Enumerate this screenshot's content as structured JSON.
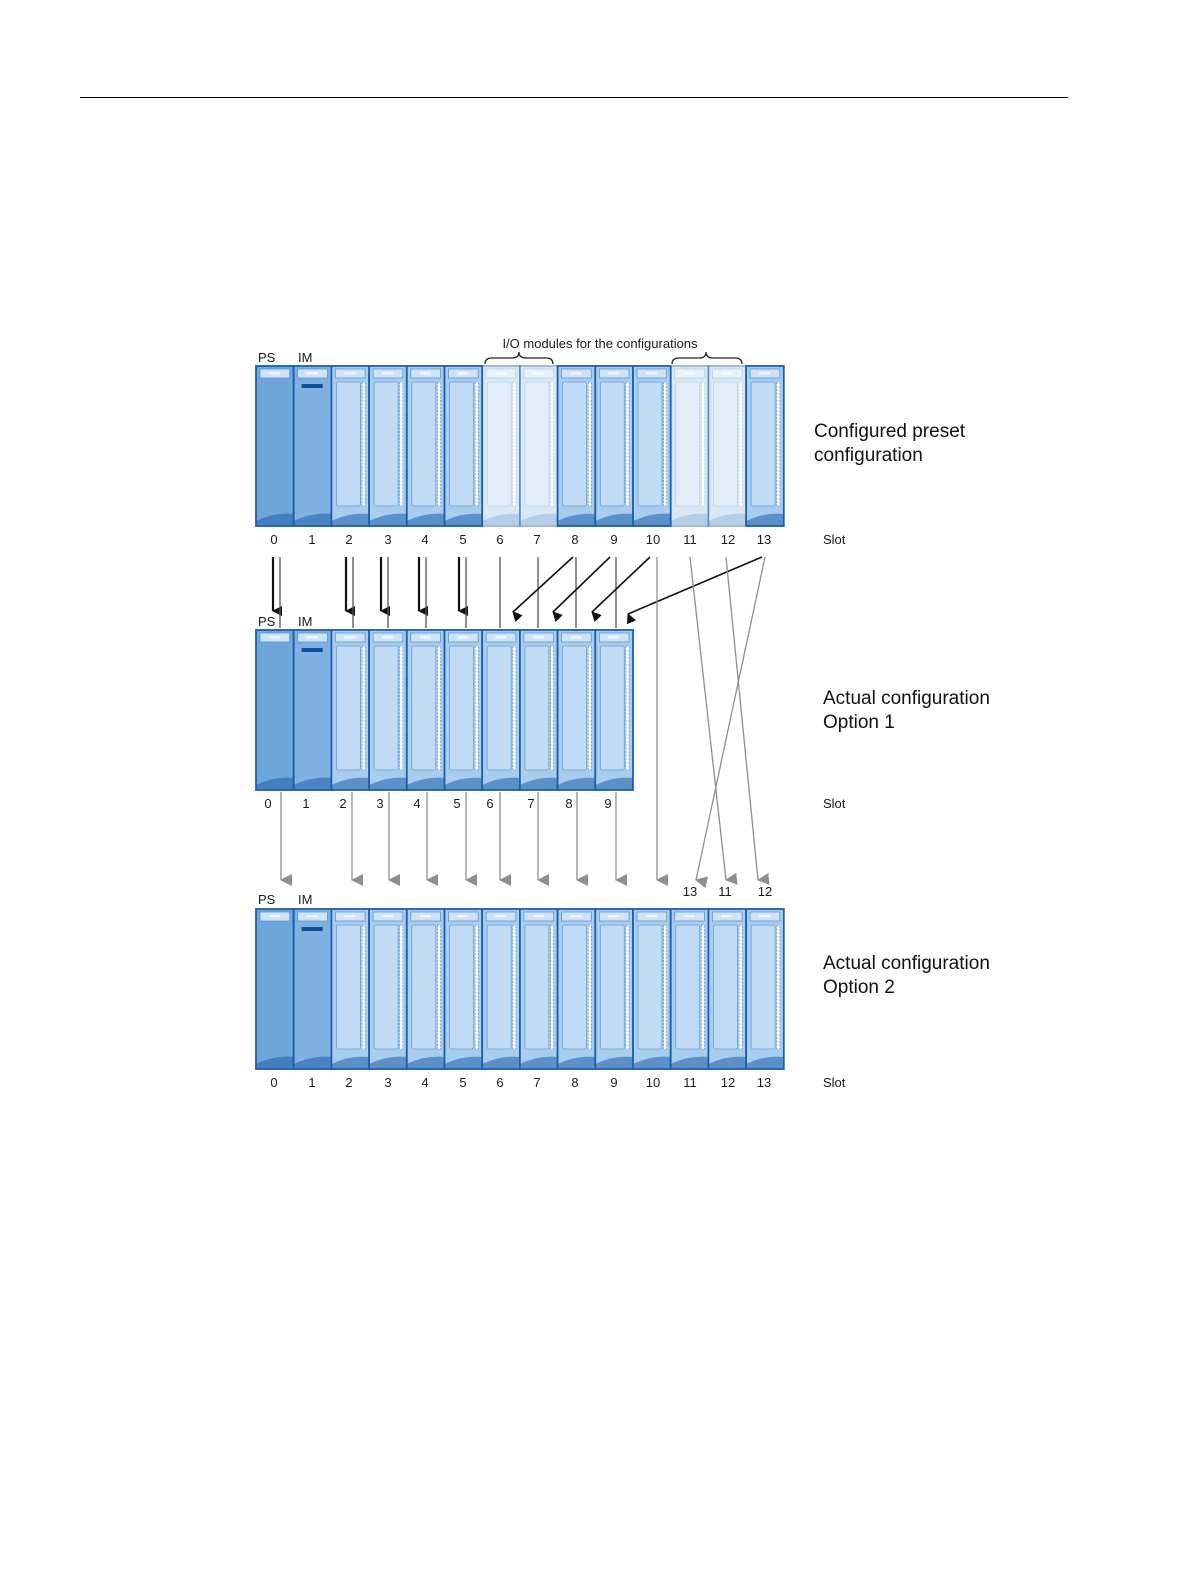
{
  "diagram": {
    "header_label": "I/O modules for the configurations",
    "module_labels": {
      "ps": "PS",
      "im": "IM"
    },
    "slot_word": "Slot",
    "colors": {
      "module_fill": "#a9cdee",
      "module_border": "#1d5fab",
      "ps_fill": "#6fa6d9",
      "im_fill": "#7eb0e0",
      "faded_fill": "#d7e8f7",
      "gray_arrow": "#8e8e8e"
    },
    "racks": [
      {
        "id": "preset",
        "title_lines": [
          "Configured preset",
          "configuration"
        ],
        "slots": [
          "0",
          "1",
          "2",
          "3",
          "4",
          "5",
          "6",
          "7",
          "8",
          "9",
          "10",
          "11",
          "12",
          "13"
        ],
        "optional_slots": [
          "6",
          "7",
          "11",
          "12"
        ]
      },
      {
        "id": "option1",
        "title_lines": [
          "Actual configuration",
          "Option 1"
        ],
        "slots": [
          "0",
          "1",
          "2",
          "3",
          "4",
          "5",
          "6",
          "7",
          "8",
          "9"
        ],
        "optional_slots": []
      },
      {
        "id": "option2",
        "title_lines": [
          "Actual configuration",
          "Option 2"
        ],
        "slots": [
          "0",
          "1",
          "2",
          "3",
          "4",
          "5",
          "6",
          "7",
          "8",
          "9",
          "10",
          "11",
          "12",
          "13"
        ],
        "optional_slots": [],
        "incoming_labels": [
          "13",
          "11",
          "12"
        ]
      }
    ]
  }
}
